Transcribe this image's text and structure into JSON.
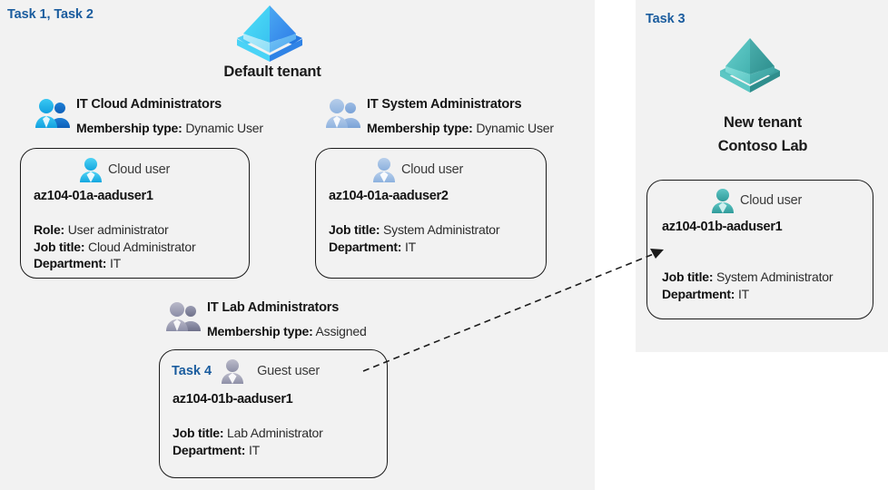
{
  "diagram": {
    "title": "Azure AD tenants, groups and users lab diagram",
    "accent_blue": "#1a5c9e",
    "panel_bg": "#f2f2f2",
    "tenant_default_color": "#32b3f0",
    "tenant_new_color": "#4ec0bd",
    "group_dynamic_color": "#29a8e0",
    "group_assigned_color": "#8e8fa8"
  },
  "left_panel": {
    "task_label": "Task 1, Task 2",
    "tenant": {
      "name": "Default tenant",
      "icon": "azure-ad-tenant-icon"
    },
    "groups": [
      {
        "id": "it-cloud-administrators",
        "title": "IT Cloud Administrators",
        "membership_label": "Membership type:",
        "membership_value": "Dynamic User",
        "icon": "group-users-icon",
        "card": {
          "user_type_label": "Cloud user",
          "user_icon": "cloud-user-icon",
          "task_tag": "",
          "user_name": "az104-01a-aaduser1",
          "attributes": [
            {
              "label": "Role:",
              "value": "User administrator"
            },
            {
              "label": "Job title:",
              "value": "Cloud Administrator"
            },
            {
              "label": "Department:",
              "value": "IT"
            }
          ]
        }
      },
      {
        "id": "it-system-administrators",
        "title": "IT System Administrators",
        "membership_label": "Membership type:",
        "membership_value": "Dynamic User",
        "icon": "group-users-icon",
        "card": {
          "user_type_label": "Cloud user",
          "user_icon": "cloud-user-icon",
          "task_tag": "",
          "user_name": "az104-01a-aaduser2",
          "attributes": [
            {
              "label": "Job title:",
              "value": "System Administrator"
            },
            {
              "label": "Department:",
              "value": "IT"
            }
          ]
        }
      },
      {
        "id": "it-lab-administrators",
        "title": "IT Lab Administrators",
        "membership_label": "Membership type:",
        "membership_value": "Assigned",
        "icon": "group-users-icon",
        "card": {
          "user_type_label": "Guest user",
          "user_icon": "guest-user-icon",
          "task_tag": "Task 4",
          "user_name": "az104-01b-aaduser1",
          "attributes": [
            {
              "label": "Job title:",
              "value": "Lab Administrator"
            },
            {
              "label": "Department:",
              "value": "IT"
            }
          ]
        }
      }
    ]
  },
  "right_panel": {
    "task_label": "Task 3",
    "tenant": {
      "name_line1": "New  tenant",
      "name_line2": "Contoso Lab",
      "icon": "azure-ad-tenant-icon"
    },
    "card": {
      "user_type_label": "Cloud user",
      "user_icon": "cloud-user-icon",
      "user_name": "az104-01b-aaduser1",
      "attributes": [
        {
          "label": "Job title:",
          "value": "System Administrator"
        },
        {
          "label": "Department:",
          "value": "IT"
        }
      ]
    }
  },
  "connector": {
    "id": "guest-user-invite-arrow",
    "style": "dashed-arrow",
    "from": "it-lab-administrators-guest-user-card",
    "to": "contoso-lab-cloud-user-card"
  }
}
